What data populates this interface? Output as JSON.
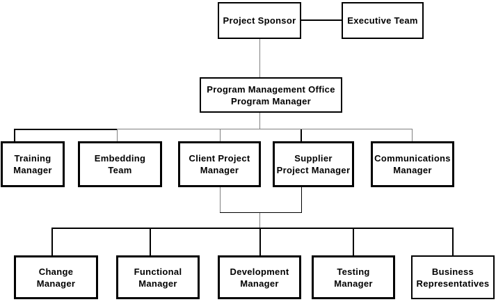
{
  "colors": {
    "background": "#ffffff",
    "box_fill": "#ffffff",
    "box_border": "#000000",
    "text": "#000000",
    "connector_black": "#000000",
    "connector_gray": "#808080"
  },
  "nodes": {
    "project_sponsor": {
      "label": "Project Sponsor"
    },
    "executive_team": {
      "label": "Executive Team"
    },
    "pmo": {
      "label": "Program Management Office\nProgram Manager"
    },
    "training_manager": {
      "label": "Training\nManager"
    },
    "embedding_team": {
      "label": "Embedding\nTeam"
    },
    "client_project_manager": {
      "label": "Client Project\nManager"
    },
    "supplier_project_manager": {
      "label": "Supplier\nProject Manager"
    },
    "communications_manager": {
      "label": "Communications\nManager"
    },
    "change_manager": {
      "label": "Change\nManager"
    },
    "functional_manager": {
      "label": "Functional\nManager"
    },
    "development_manager": {
      "label": "Development\nManager"
    },
    "testing_manager": {
      "label": "Testing\nManager"
    },
    "business_representatives": {
      "label": "Business\nRepresentatives"
    }
  },
  "edges": [
    {
      "from": "project_sponsor",
      "to": "executive_team",
      "type": "peer"
    },
    {
      "from": "project_sponsor",
      "to": "pmo",
      "type": "reports"
    },
    {
      "from": "pmo",
      "to": "training_manager",
      "type": "reports"
    },
    {
      "from": "pmo",
      "to": "embedding_team",
      "type": "reports"
    },
    {
      "from": "pmo",
      "to": "client_project_manager",
      "type": "reports"
    },
    {
      "from": "pmo",
      "to": "supplier_project_manager",
      "type": "reports"
    },
    {
      "from": "pmo",
      "to": "communications_manager",
      "type": "reports"
    },
    {
      "from": "client_project_manager",
      "to": "change_manager",
      "type": "reports"
    },
    {
      "from": "client_project_manager",
      "to": "functional_manager",
      "type": "reports"
    },
    {
      "from": "client_project_manager",
      "to": "development_manager",
      "type": "reports"
    },
    {
      "from": "client_project_manager",
      "to": "testing_manager",
      "type": "reports"
    },
    {
      "from": "client_project_manager",
      "to": "business_representatives",
      "type": "reports"
    },
    {
      "from": "supplier_project_manager",
      "to": "change_manager",
      "type": "reports"
    },
    {
      "from": "supplier_project_manager",
      "to": "functional_manager",
      "type": "reports"
    },
    {
      "from": "supplier_project_manager",
      "to": "development_manager",
      "type": "reports"
    },
    {
      "from": "supplier_project_manager",
      "to": "testing_manager",
      "type": "reports"
    },
    {
      "from": "supplier_project_manager",
      "to": "business_representatives",
      "type": "reports"
    }
  ]
}
